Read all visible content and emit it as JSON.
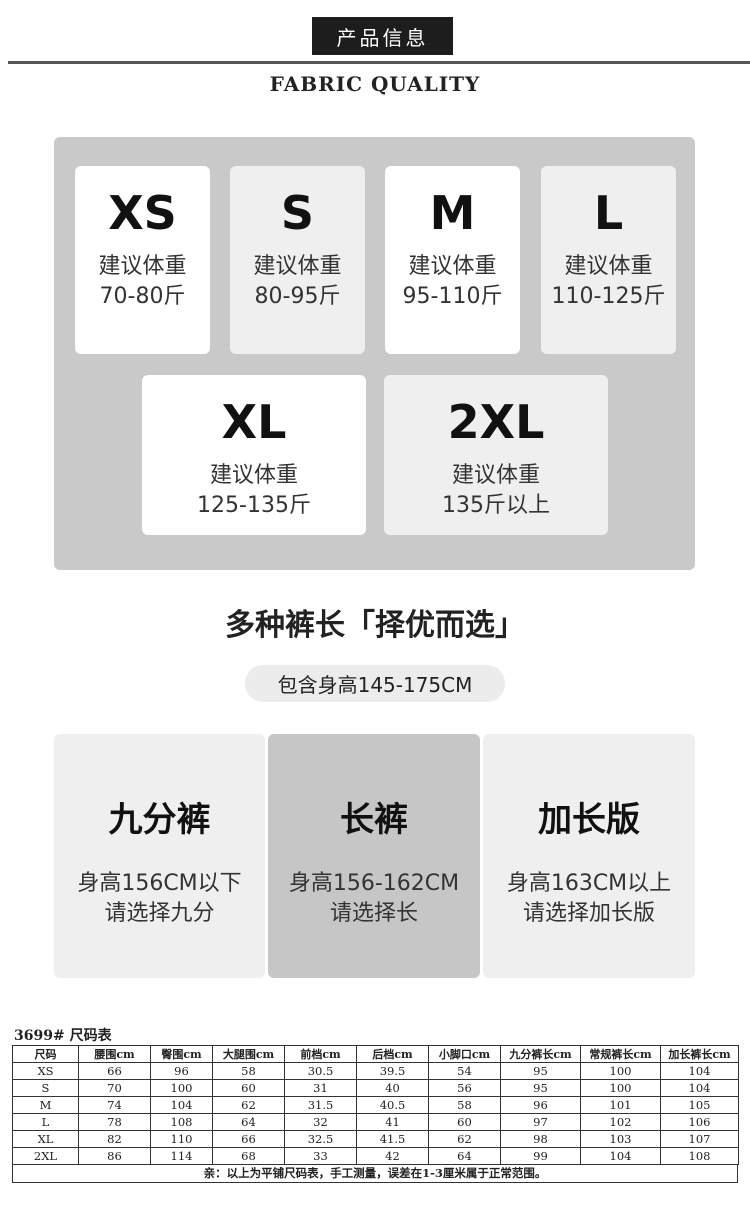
{
  "header": {
    "title": "产品信息",
    "subtitle": "FABRIC QUALITY"
  },
  "sizes": [
    {
      "size": "XS",
      "label": "建议体重",
      "weight": "70-80斤"
    },
    {
      "size": "S",
      "label": "建议体重",
      "weight": "80-95斤"
    },
    {
      "size": "M",
      "label": "建议体重",
      "weight": "95-110斤"
    },
    {
      "size": "L",
      "label": "建议体重",
      "weight": "110-125斤"
    },
    {
      "size": "XL",
      "label": "建议体重",
      "weight": "125-135斤"
    },
    {
      "size": "2XL",
      "label": "建议体重",
      "weight": "135斤以上"
    }
  ],
  "length_section": {
    "title": "多种裤长「择优而选」",
    "height_range": "包含身高145-175CM",
    "options": [
      {
        "name": "九分裤",
        "height": "身高156CM以下",
        "advice": "请选择九分"
      },
      {
        "name": "长裤",
        "height": "身高156-162CM",
        "advice": "请选择长"
      },
      {
        "name": "加长版",
        "height": "身高163CM以上",
        "advice": "请选择加长版"
      }
    ]
  },
  "size_table": {
    "title": "3699#  尺码表",
    "headers": [
      "尺码",
      "腰围cm",
      "臀围cm",
      "大腿围cm",
      "前档cm",
      "后档cm",
      "小脚口cm",
      "九分裤长cm",
      "常规裤长cm",
      "加长裤长cm"
    ],
    "rows": [
      [
        "XS",
        "66",
        "96",
        "58",
        "30.5",
        "39.5",
        "54",
        "95",
        "100",
        "104"
      ],
      [
        "S",
        "70",
        "100",
        "60",
        "31",
        "40",
        "56",
        "95",
        "100",
        "104"
      ],
      [
        "M",
        "74",
        "104",
        "62",
        "31.5",
        "40.5",
        "58",
        "96",
        "101",
        "105"
      ],
      [
        "L",
        "78",
        "108",
        "64",
        "32",
        "41",
        "60",
        "97",
        "102",
        "106"
      ],
      [
        "XL",
        "82",
        "110",
        "66",
        "32.5",
        "41.5",
        "62",
        "98",
        "103",
        "107"
      ],
      [
        "2XL",
        "86",
        "114",
        "68",
        "33",
        "42",
        "64",
        "99",
        "104",
        "108"
      ]
    ],
    "note": "亲：以上为平铺尺码表，手工测量，误差在1-3厘米属于正常范围。"
  }
}
